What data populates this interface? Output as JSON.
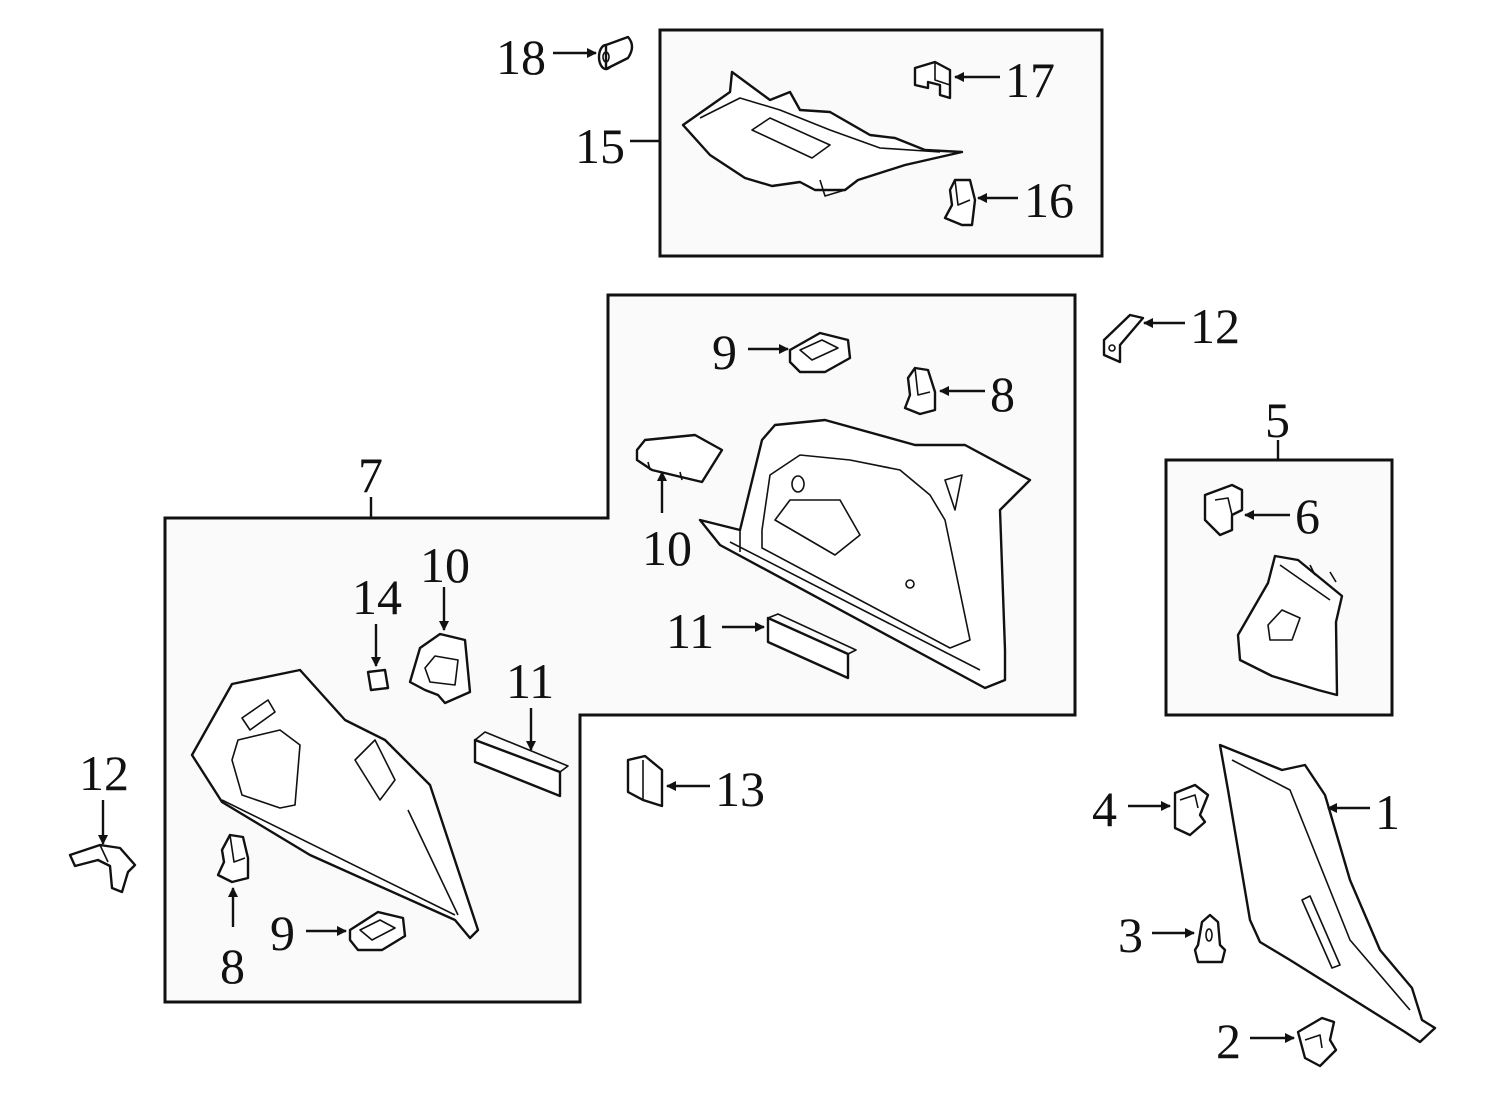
{
  "diagram": {
    "callouts": {
      "c1": "1",
      "c2": "2",
      "c3": "3",
      "c4": "4",
      "c5": "5",
      "c6": "6",
      "c7": "7",
      "c8a": "8",
      "c8b": "8",
      "c9a": "9",
      "c9b": "9",
      "c10a": "10",
      "c10b": "10",
      "c11a": "11",
      "c11b": "11",
      "c12a": "12",
      "c12b": "12",
      "c13": "13",
      "c14": "14",
      "c15": "15",
      "c16": "16",
      "c17": "17",
      "c18": "18"
    }
  }
}
